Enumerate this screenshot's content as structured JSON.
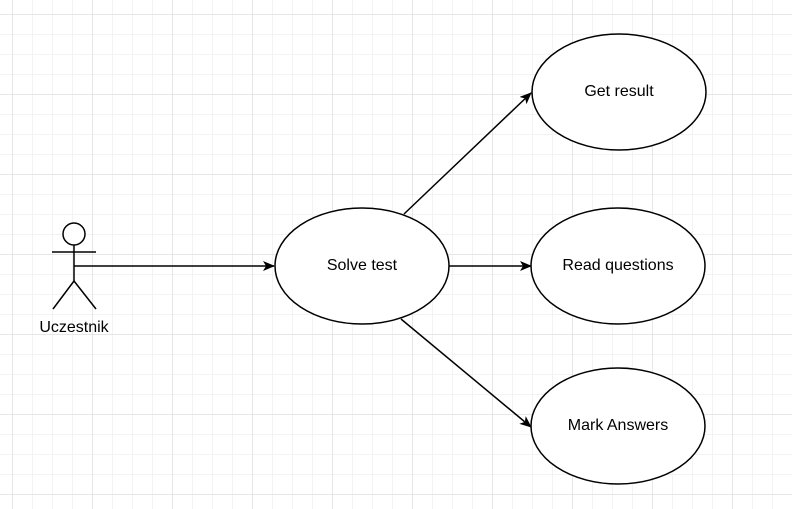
{
  "diagram": {
    "actor": {
      "label": "Uczestnik"
    },
    "use_cases": {
      "solve_test": "Solve test",
      "get_result": "Get result",
      "read_questions": "Read questions",
      "mark_answers": "Mark Answers"
    },
    "colors": {
      "stroke": "#000000",
      "fill": "#ffffff",
      "grid": "#e6e6e6"
    }
  }
}
